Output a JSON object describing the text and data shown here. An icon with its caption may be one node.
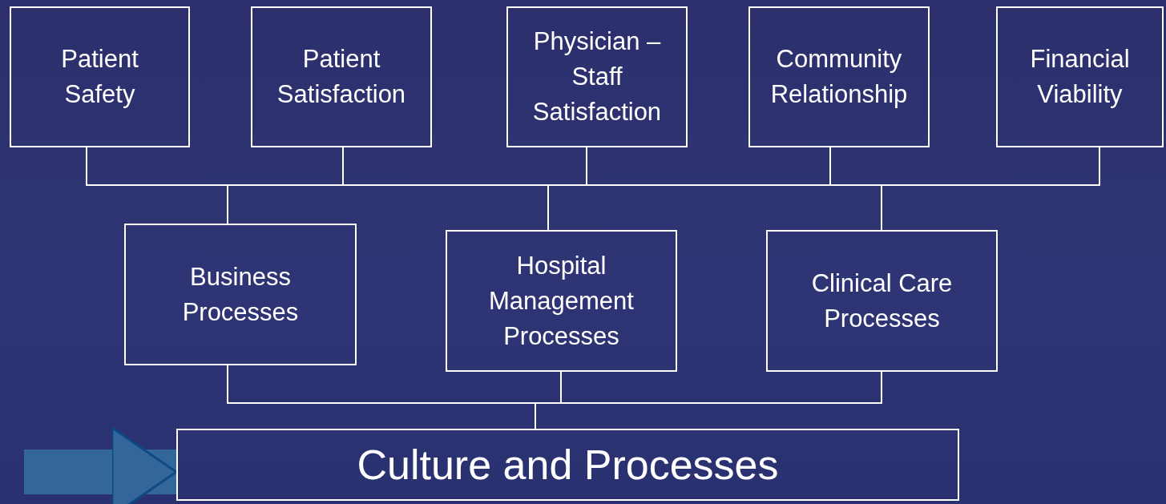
{
  "diagram": {
    "nodes": [
      {
        "text": [
          "Patient Safety"
        ]
      },
      {
        "text": [
          "Patient Satisfaction"
        ]
      },
      {
        "text": [
          "Physician – Staff Satisfaction"
        ]
      },
      {
        "text": [
          "Community Relationship"
        ]
      },
      {
        "text": [
          "Financial Viability"
        ]
      },
      {
        "text": [
          "Business Processes"
        ]
      },
      {
        "text": [
          "Hospital Management Processes"
        ]
      },
      {
        "text": [
          "Clinical Care Processes"
        ]
      },
      {
        "text": [
          "Culture and Processes"
        ]
      }
    ],
    "edges": [
      {
        "from": 0,
        "to": 5,
        "arrow": "none"
      },
      {
        "from": 0,
        "to": 6,
        "arrow": "none"
      },
      {
        "from": 0,
        "to": 7,
        "arrow": "none"
      },
      {
        "from": 1,
        "to": 5,
        "arrow": "none"
      },
      {
        "from": 1,
        "to": 6,
        "arrow": "none"
      },
      {
        "from": 1,
        "to": 7,
        "arrow": "none"
      },
      {
        "from": 2,
        "to": 5,
        "arrow": "none"
      },
      {
        "from": 2,
        "to": 6,
        "arrow": "none"
      },
      {
        "from": 2,
        "to": 7,
        "arrow": "none"
      },
      {
        "from": 3,
        "to": 5,
        "arrow": "none"
      },
      {
        "from": 3,
        "to": 6,
        "arrow": "none"
      },
      {
        "from": 3,
        "to": 7,
        "arrow": "none"
      },
      {
        "from": 4,
        "to": 5,
        "arrow": "none"
      },
      {
        "from": 4,
        "to": 6,
        "arrow": "none"
      },
      {
        "from": 4,
        "to": 7,
        "arrow": "none"
      },
      {
        "from": 5,
        "to": 8,
        "arrow": "none"
      },
      {
        "from": 6,
        "to": 8,
        "arrow": "none"
      },
      {
        "from": 7,
        "to": 8,
        "arrow": "none"
      },
      {
        "from": null,
        "to": 8,
        "arrow": "to",
        "style": "thick",
        "color": "#336699"
      }
    ]
  }
}
